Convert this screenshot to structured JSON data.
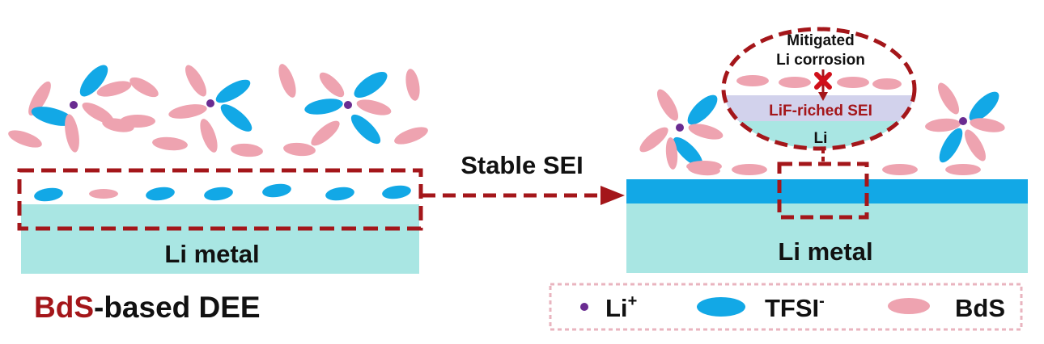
{
  "left_panel": {
    "substrate_label": "Li metal",
    "caption_highlight": "BdS",
    "caption_rest": "-based DEE"
  },
  "arrow_label": "Stable SEI",
  "right_panel": {
    "substrate_label": "Li metal",
    "zoom": {
      "line1": "Mitigated",
      "line2": "Li corrosion",
      "sei_label": "LiF-riched SEI",
      "li_label": "Li"
    }
  },
  "legend": {
    "items": [
      {
        "label": "Li",
        "sup": "+"
      },
      {
        "label": "TFSI",
        "sup": "-"
      },
      {
        "label": "BdS",
        "sup": ""
      }
    ]
  },
  "colors": {
    "li_ion": "#6a2c91",
    "tfsi": "#12a8e6",
    "bds": "#eea3b0",
    "li_metal": "#a9e6e3",
    "sei": "#12a8e6",
    "dashed_red": "#a4161a",
    "zoom_sei": "#d2d2ec"
  }
}
